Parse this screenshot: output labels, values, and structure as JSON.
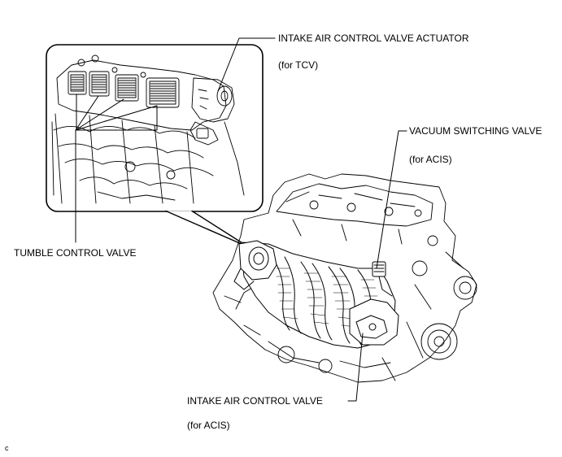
{
  "labels": {
    "actuator_title": "INTAKE AIR CONTROL VALVE ACTUATOR",
    "actuator_sub": "(for TCV)",
    "vsv_title": "VACUUM SWITCHING VALVE",
    "vsv_sub": "(for ACIS)",
    "tcv": "TUMBLE CONTROL VALVE",
    "iacv_title": "INTAKE AIR CONTROL VALVE",
    "iacv_sub": "(for ACIS)",
    "corner_mark": "C"
  }
}
